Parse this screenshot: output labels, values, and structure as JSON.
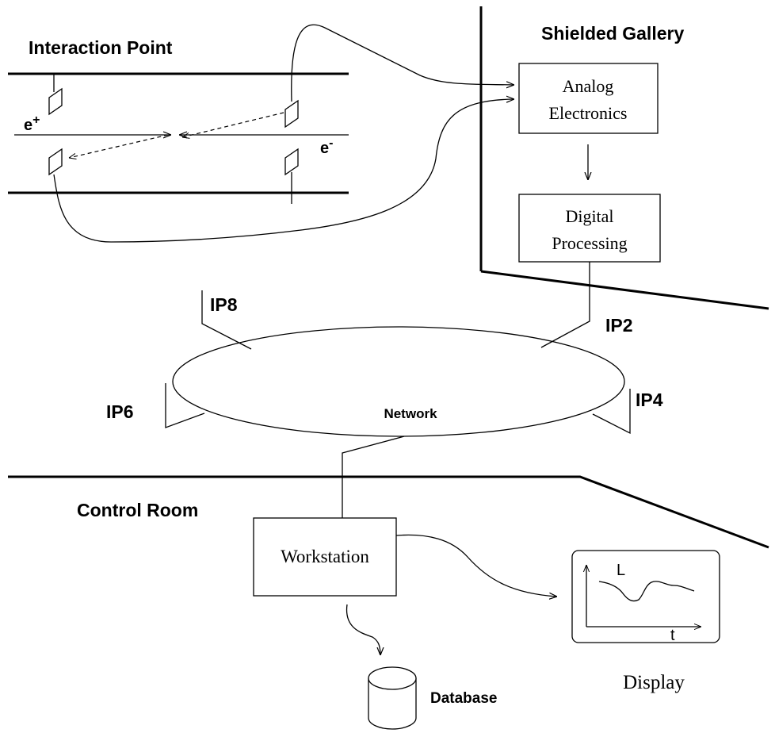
{
  "regions": {
    "interaction_point": "Interaction Point",
    "shielded_gallery": "Shielded Gallery",
    "control_room": "Control Room"
  },
  "beam": {
    "positron": "e",
    "positron_sup": "+",
    "electron": "e",
    "electron_sup": "-"
  },
  "boxes": {
    "analog_line1": "Analog",
    "analog_line2": "Electronics",
    "digital_line1": "Digital",
    "digital_line2": "Processing",
    "workstation": "Workstation"
  },
  "network": {
    "label": "Network",
    "ip8": "IP8",
    "ip2": "IP2",
    "ip6": "IP6",
    "ip4": "IP4"
  },
  "database": "Database",
  "display": {
    "caption": "Display",
    "y_label": "L",
    "x_label": "t"
  }
}
